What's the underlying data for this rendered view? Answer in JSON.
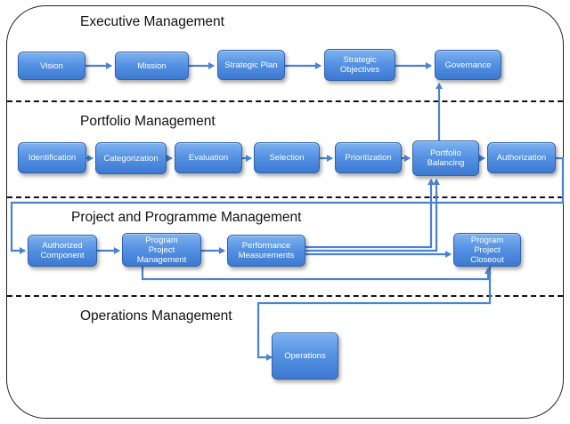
{
  "sections": {
    "executive": "Executive Management",
    "portfolio": "Portfolio Management",
    "project": "Project and Programme Management",
    "operations": "Operations Management"
  },
  "executive_boxes": {
    "vision": "Vision",
    "mission": "Mission",
    "strategic_plan": "Strategic Plan",
    "strategic_objectives_line1": "Strategic",
    "strategic_objectives_line2": "Objectives",
    "governance": "Governance"
  },
  "portfolio_boxes": {
    "identification": "Identification",
    "categorization": "Categorization",
    "evaluation": "Evaluation",
    "selection": "Selection",
    "prioritization": "Prioritization",
    "portfolio_balancing_line1": "Portfolio",
    "portfolio_balancing_line2": "Balancing",
    "authorization": "Authorization"
  },
  "project_boxes": {
    "authorized_component_line1": "Authorized",
    "authorized_component_line2": "Component",
    "program_project_management_line1": "Program",
    "program_project_management_line2": "Project",
    "program_project_management_line3": "Management",
    "performance_measurements_line1": "Performance",
    "performance_measurements_line2": "Measurements",
    "program_project_closeout_line1": "Program",
    "program_project_closeout_line2": "Project",
    "program_project_closeout_line3": "Closeout"
  },
  "operations_boxes": {
    "operations": "Operations"
  },
  "colors": {
    "box_fill": "#5693e4",
    "box_border": "#2f62a8",
    "connector": "#4a82cf",
    "text": "#111111"
  }
}
